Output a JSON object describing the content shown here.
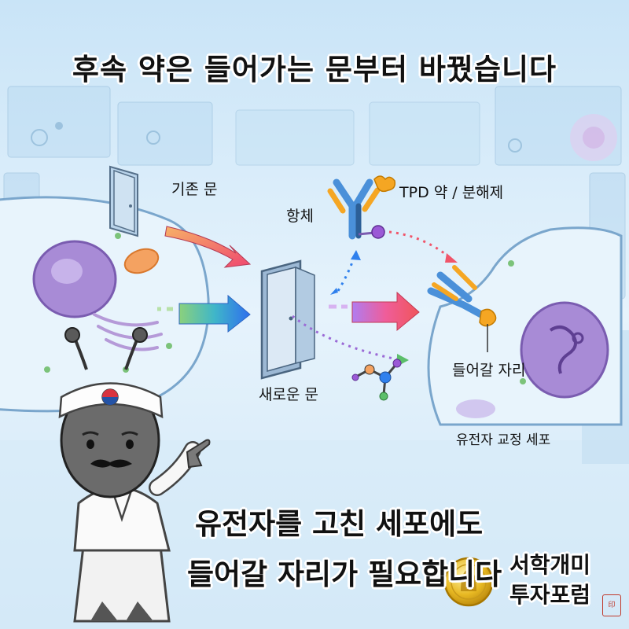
{
  "title": "후속 약은 들어가는 문부터 바꿨습니다",
  "labels": {
    "old_door": "기존 문",
    "antibody": "항체",
    "tpd": "TPD 약 / 분해제",
    "new_door": "새로운 문",
    "entry_site": "들어갈 자리",
    "edited_cell": "유전자 교정 세포"
  },
  "caption": {
    "line1": "유전자를 고친 세포에도",
    "line2": "들어갈 자리가 필요합니다"
  },
  "brand": {
    "line1": "서학개미",
    "line2": "투자포럼"
  },
  "colors": {
    "background": "#dceefa",
    "cell_body": "#e8f4fc",
    "nucleus": "#a88bd6",
    "arrow_blue": "#2f80ed",
    "arrow_red": "#f0556a",
    "antibody_blue": "#4a90d9",
    "antibody_orange": "#f5a623",
    "gold_coin": "#e8b923"
  },
  "icons": [
    "door-icon",
    "antibody-icon",
    "molecule-icon",
    "coin-icon"
  ]
}
